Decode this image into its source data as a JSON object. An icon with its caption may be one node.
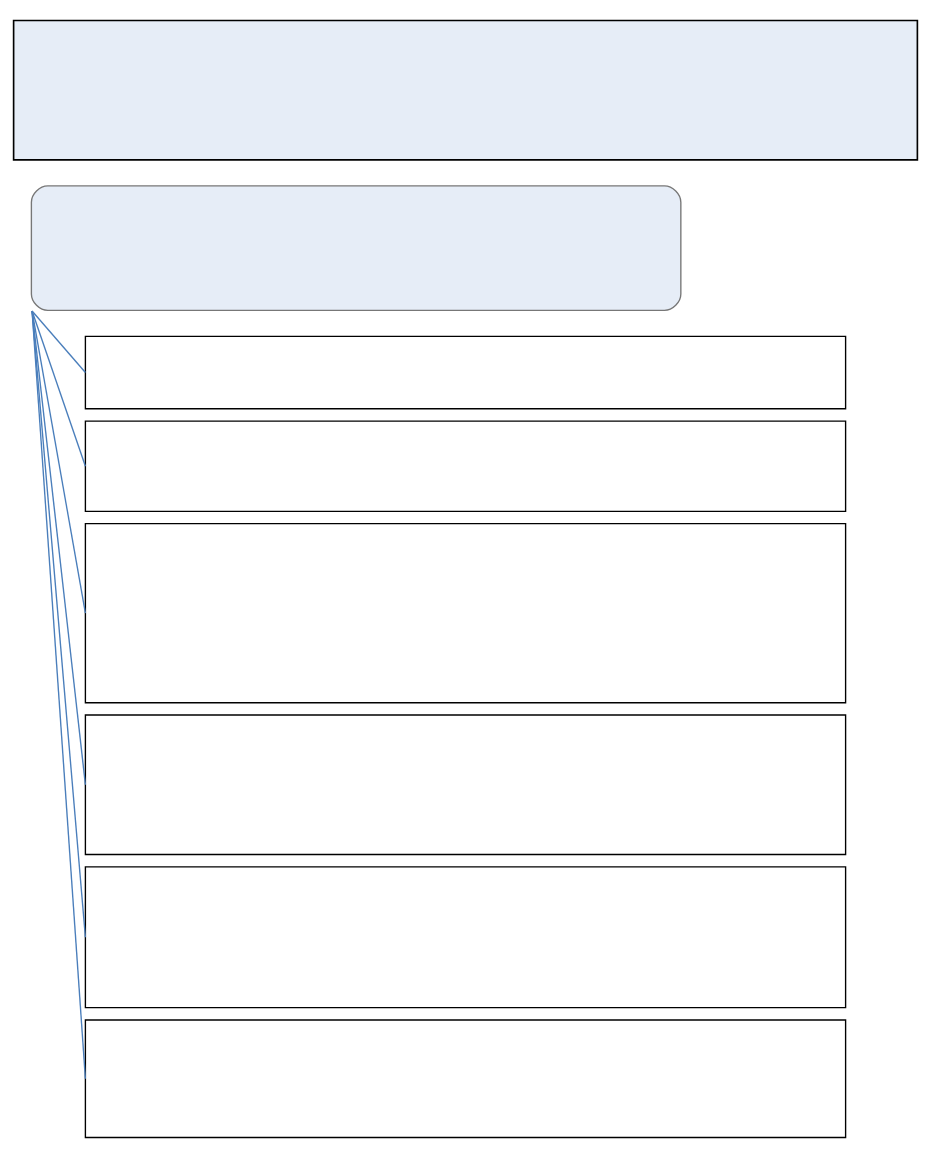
{
  "diagram": {
    "nodes": [
      {
        "text": [],
        "shape": "box"
      },
      {
        "text": [],
        "shape": "box"
      },
      {
        "text": [],
        "shape": "box"
      },
      {
        "text": [],
        "shape": "box"
      },
      {
        "text": [],
        "shape": "box"
      },
      {
        "text": [],
        "shape": "box"
      },
      {
        "text": [],
        "shape": "box"
      },
      {
        "text": [],
        "shape": "box"
      }
    ],
    "edges": [
      {
        "from": 1,
        "to": 2,
        "arrow": "none"
      },
      {
        "from": 1,
        "to": 3,
        "arrow": "none"
      },
      {
        "from": 1,
        "to": 4,
        "arrow": "none"
      },
      {
        "from": 1,
        "to": 5,
        "arrow": "none"
      },
      {
        "from": 1,
        "to": 6,
        "arrow": "none"
      },
      {
        "from": 1,
        "to": 7,
        "arrow": "none"
      }
    ]
  }
}
